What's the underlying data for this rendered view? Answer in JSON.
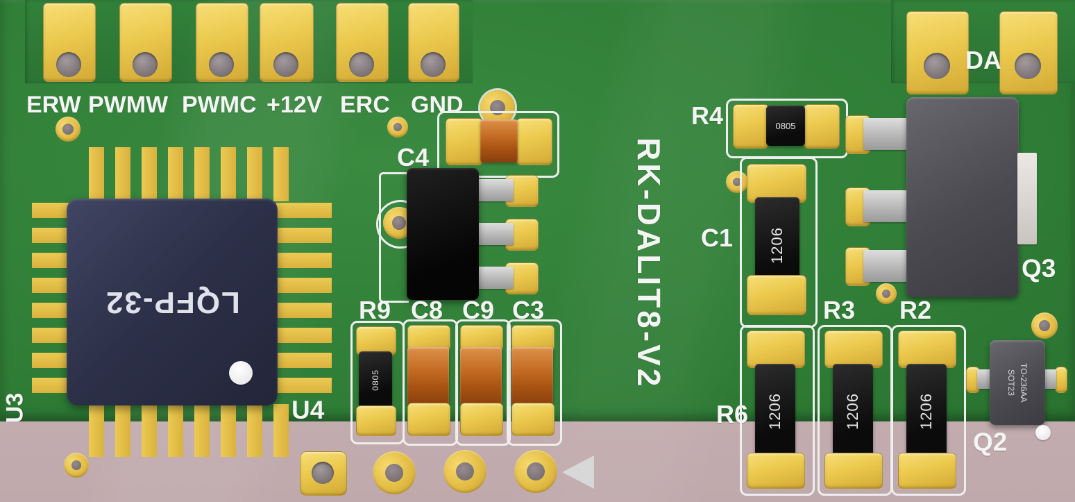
{
  "board": {
    "title": "RK-DALIT8-V2",
    "connector_labels": [
      "ERW",
      "PWMW",
      "PWMC",
      "+12V",
      "ERC",
      "GND"
    ],
    "da_label": "DA",
    "components": {
      "u3": {
        "ref": "U3",
        "marking": "LQFP-32"
      },
      "u4": {
        "ref": "U4"
      },
      "c4": {
        "ref": "C4"
      },
      "r9": {
        "ref": "R9",
        "marking": "0805"
      },
      "c8": {
        "ref": "C8"
      },
      "c9": {
        "ref": "C9"
      },
      "c3": {
        "ref": "C3"
      },
      "r4": {
        "ref": "R4",
        "marking": "0805"
      },
      "c1": {
        "ref": "C1",
        "marking": "1206"
      },
      "r3": {
        "ref": "R3",
        "marking": "1206"
      },
      "r2": {
        "ref": "R2",
        "marking": "1206"
      },
      "r6": {
        "ref": "R6",
        "marking": "1206"
      },
      "q3": {
        "ref": "Q3"
      },
      "q2": {
        "ref": "Q2",
        "marking_line1": "SOT23",
        "marking_line2": "TO-236AA"
      }
    },
    "colors": {
      "board_green": "#2f7d36",
      "background_pink": "#c9b3b6",
      "pad_gold": "#ebc94d",
      "silkscreen_white": "#f4f4f4",
      "ic_body_navy": "#2c3048",
      "smd_black": "#111111",
      "capacitor_orange": "#c56d25",
      "lead_gray": "#c0c0c0",
      "transistor_gray": "#4a4a50"
    }
  }
}
